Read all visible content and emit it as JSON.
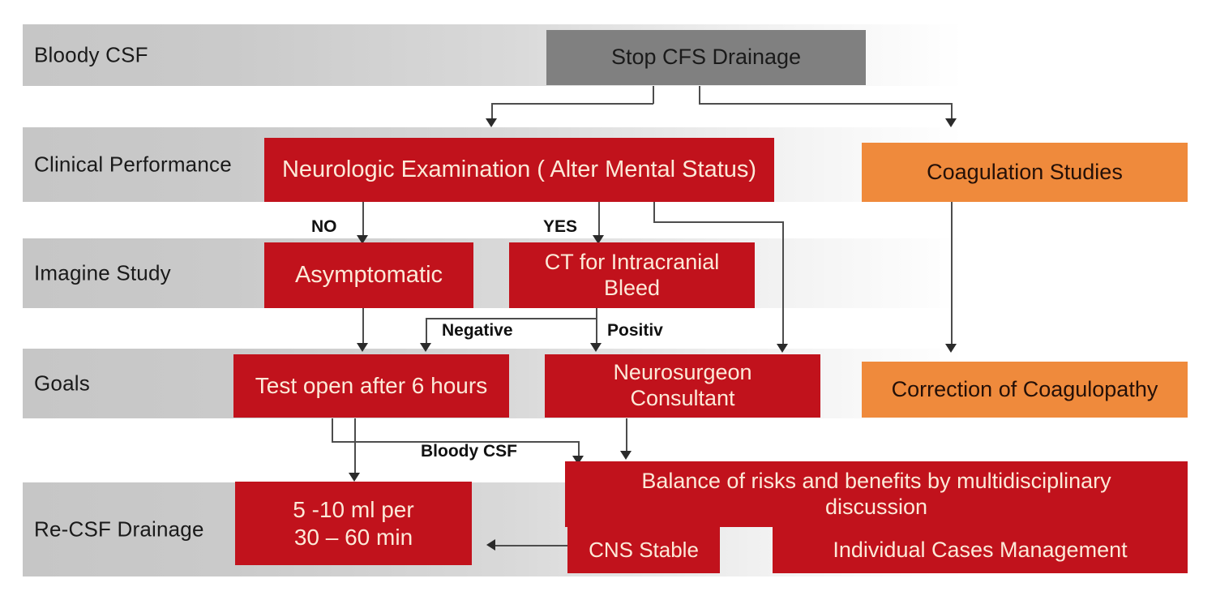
{
  "diagram": {
    "title": "Bloody CSF management flowchart",
    "colors": {
      "red": "#c1121c",
      "orange": "#ef8a3c",
      "grey": "#808080",
      "band_start": "#c6c6c6",
      "band_end": "#ffffff",
      "connector": "#4d4d4d",
      "red_text": "#fce9d8",
      "orange_text": "#241008"
    },
    "rows": [
      {
        "label": "Bloody CSF"
      },
      {
        "label": "Clinical Performance"
      },
      {
        "label": "Imagine Study"
      },
      {
        "label": "Goals"
      },
      {
        "label": "Re-CSF Drainage"
      }
    ],
    "nodes": [
      {
        "id": "stop_drainage",
        "text": "Stop CFS Drainage",
        "color": "grey"
      },
      {
        "id": "neuro_exam",
        "text": "Neurologic Examination ( Alter Mental Status)",
        "color": "red"
      },
      {
        "id": "coag_studies",
        "text": "Coagulation Studies",
        "color": "orange"
      },
      {
        "id": "asymptomatic",
        "text": "Asymptomatic",
        "color": "red"
      },
      {
        "id": "ct_bleed_l1",
        "text": "CT for Intracranial",
        "color": "red"
      },
      {
        "id": "ct_bleed_l2",
        "text": "Bleed",
        "color": "red"
      },
      {
        "id": "test_open",
        "text": "Test open after 6 hours",
        "color": "red"
      },
      {
        "id": "neurosurgeon_l1",
        "text": "Neurosurgeon",
        "color": "red"
      },
      {
        "id": "neurosurgeon_l2",
        "text": "Consultant",
        "color": "red"
      },
      {
        "id": "correction",
        "text": "Correction of Coagulopathy",
        "color": "orange"
      },
      {
        "id": "balance_l1",
        "text": "Balance of risks and benefits by multidisciplinary",
        "color": "red"
      },
      {
        "id": "balance_l2",
        "text": "discussion",
        "color": "red"
      },
      {
        "id": "dose_l1",
        "text": "5 -10 ml per",
        "color": "red"
      },
      {
        "id": "dose_l2",
        "text": "30 – 60 min",
        "color": "red"
      },
      {
        "id": "cns_stable",
        "text": "CNS Stable",
        "color": "red"
      },
      {
        "id": "individual",
        "text": "Individual Cases Management",
        "color": "red"
      }
    ],
    "edge_labels": [
      {
        "id": "no",
        "text": "NO"
      },
      {
        "id": "yes",
        "text": "YES"
      },
      {
        "id": "negative",
        "text": "Negative"
      },
      {
        "id": "positiv",
        "text": "Positiv"
      },
      {
        "id": "bloody_csf",
        "text": "Bloody CSF"
      }
    ]
  }
}
